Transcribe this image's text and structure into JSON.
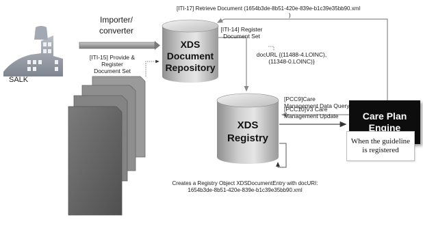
{
  "salk": {
    "label": "SALK"
  },
  "importer": {
    "line1": "Importer/",
    "line2": "converter"
  },
  "iti15": {
    "line1": "[ITI-15] Provide &",
    "line2": "Register",
    "line3": "Document Set"
  },
  "repository": {
    "line1": "XDS",
    "line2": "Document",
    "line3": "Repository"
  },
  "registry": {
    "line1": "XDS",
    "line2": "Registry"
  },
  "iti17": {
    "line1": "[ITI-17] Retrieve Document (1654b3de-8b51-420e-839e-b1c39e35bb90.xml",
    "line2": ")"
  },
  "iti14": {
    "line1": "[ITI-14] Register",
    "line2": "Document Set"
  },
  "docurl": {
    "line1": "docURL {(11488-4.LOINC),",
    "line2": "(11348-0.LOINC)}"
  },
  "pcc9": {
    "line1": "[PCC9]Care",
    "line2": "Management Data Query"
  },
  "pcc10": {
    "line1": "[PCC10]V3 Care",
    "line2": "Management Update"
  },
  "engine": {
    "line1": "Care Plan",
    "line2": "Engine"
  },
  "guideline": {
    "line1": "When the guideline",
    "line2": "is registered"
  },
  "registry_note": {
    "line1": "Creates a Registry Object XDSDocumentEntry with docURI:",
    "line2": "1654b3de-8b51-420e-839e-b1c39e35bb90.xml"
  }
}
